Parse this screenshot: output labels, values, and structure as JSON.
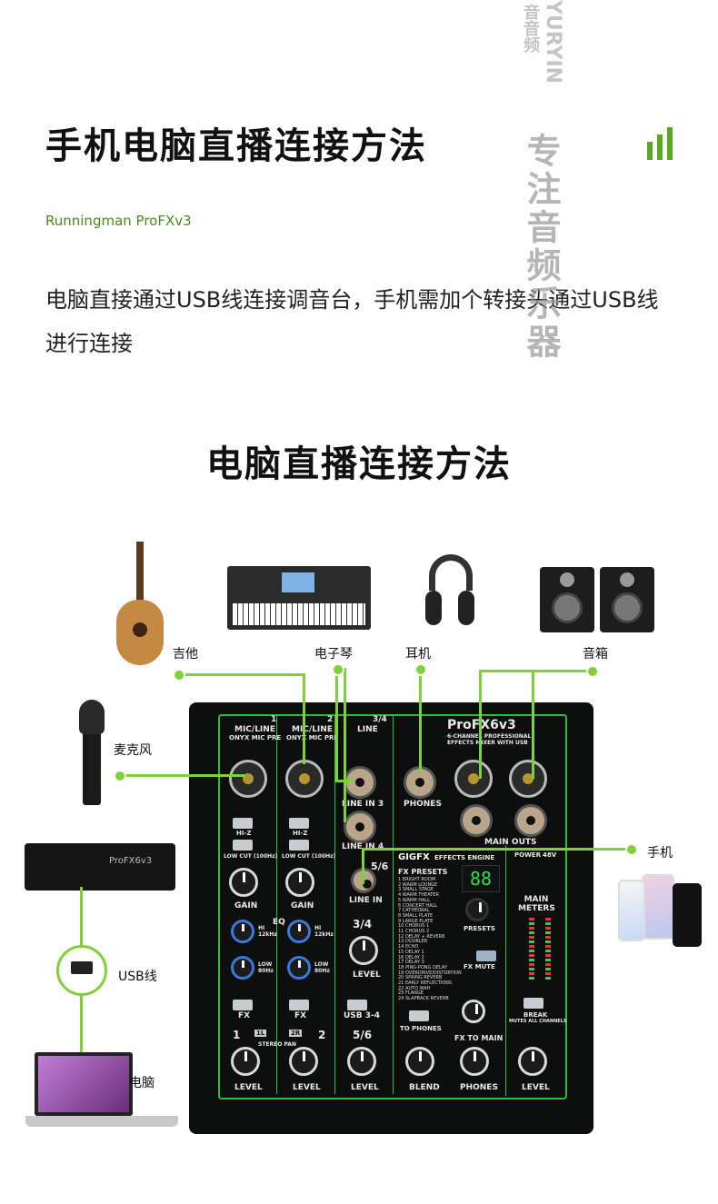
{
  "header": {
    "title": "手机电脑直播连接方法",
    "subtitle": "Runningman ProFXv3",
    "description": "电脑直接通过USB线连接调音台，手机需加个转接头通过USB线进行连接"
  },
  "section": {
    "heading": "电脑直播连接方法"
  },
  "watermark": {
    "vertical_text": "专注音频乐器",
    "top_latin": "YURYIN",
    "top_cn": "音音频"
  },
  "devices": {
    "guitar": "吉他",
    "keyboard": "电子琴",
    "headphones": "耳机",
    "speakers": "音箱",
    "microphone": "麦克风",
    "phone": "手机",
    "usb_cable": "USB线",
    "computer": "电脑"
  },
  "mixer": {
    "brand": "ProFX6v3",
    "tagline": "6-CHANNEL PROFESSIONAL EFFECTS MIXER WITH USB",
    "ch1": "1",
    "ch2": "2",
    "ch34": "3/4",
    "ch56": "5/6",
    "mic_line": "MIC/LINE",
    "onyx": "ONYX MIC PRE",
    "line": "LINE",
    "line_in3": "LINE IN 3",
    "line_in4": "LINE IN 4",
    "line_in": "LINE IN",
    "phones": "PHONES",
    "main_outs": "MAIN OUTS",
    "gigfx": "GIGFX",
    "effects_engine": "EFFECTS ENGINE",
    "fx_presets": "FX PRESETS",
    "presets": [
      "1 BRIGHT ROOM",
      "2 WARM LOUNGE",
      "3 SMALL STAGE",
      "4 WARM THEATER",
      "5 WARM HALL",
      "6 CONCERT HALL",
      "7 CATHEDRAL",
      "8 SMALL PLATE",
      "9 LARGE PLATE",
      "10 CHORUS 1",
      "11 CHORUS 2",
      "12 DELAY + REVERB",
      "13 DOUBLER",
      "14 ECHO",
      "15 DELAY 1",
      "16 DELAY 2",
      "17 DELAY 3",
      "18 PING-PONG DELAY",
      "19 OVERDRIVE/DISTORTION",
      "20 SPRING REVERB",
      "21 EARLY REFLECTIONS",
      "22 AUTO WAH",
      "23 FLANGE",
      "24 SLAPBACK REVERB"
    ],
    "display": "88",
    "presets_label": "PRESETS",
    "fx_mute": "FX MUTE",
    "gain": "GAIN",
    "level": "LEVEL",
    "hiz": "HI-Z",
    "low_cut": "LOW CUT (100Hz)",
    "eq": "EQ",
    "hi": "HI 12kHz",
    "low": "LOW 80Hz",
    "fx": "FX",
    "usb34": "USB 3-4",
    "to_phones": "TO PHONES",
    "blend": "BLEND",
    "fx_to_main": "FX TO MAIN",
    "power": "POWER",
    "phantom": "48V",
    "main_meters": "MAIN METERS",
    "break": "BREAK",
    "break_sub": "MUTES ALL CHANNELS",
    "stereo_pan": "STEREO PAN",
    "pan_l": "1L",
    "pan_r": "2R",
    "phones_knob": "PHONES",
    "main_level": "LEVEL"
  }
}
